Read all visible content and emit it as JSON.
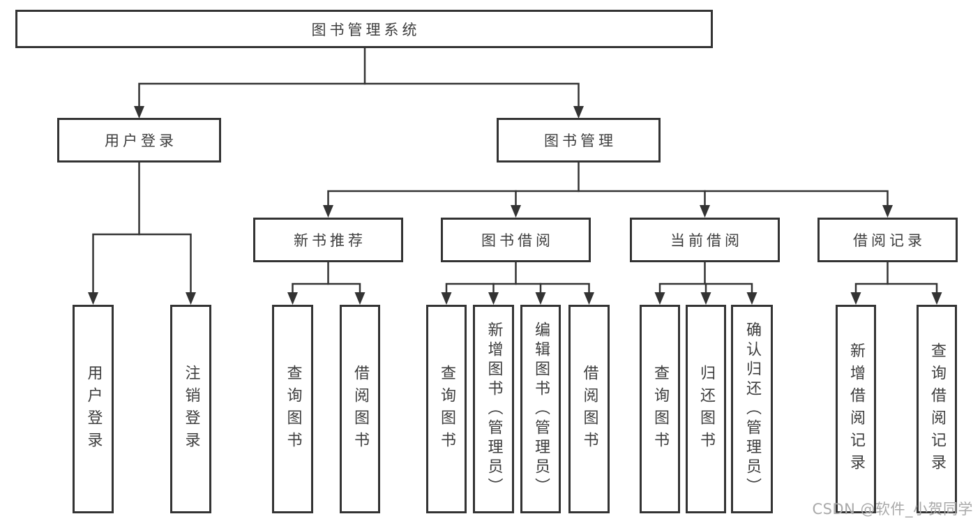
{
  "diagram": {
    "type": "tree",
    "root": {
      "label": "图书管理系统",
      "children": [
        {
          "label": "用户登录",
          "children": [
            {
              "label": "用户登录"
            },
            {
              "label": "注销登录"
            }
          ]
        },
        {
          "label": "图书管理",
          "children": [
            {
              "label": "新书推荐",
              "children": [
                {
                  "label": "查询图书"
                },
                {
                  "label": "借阅图书"
                }
              ]
            },
            {
              "label": "图书借阅",
              "children": [
                {
                  "label": "查询图书"
                },
                {
                  "label": "新增图书（管理员）"
                },
                {
                  "label": "编辑图书（管理员）"
                },
                {
                  "label": "借阅图书"
                }
              ]
            },
            {
              "label": "当前借阅",
              "children": [
                {
                  "label": "查询图书"
                },
                {
                  "label": "归还图书"
                },
                {
                  "label": "确认归还（管理员）"
                }
              ]
            },
            {
              "label": "借阅记录",
              "children": [
                {
                  "label": "新增借阅记录"
                },
                {
                  "label": "查询借阅记录"
                }
              ]
            }
          ]
        }
      ]
    }
  },
  "watermark": "CSDN @软件_小贺同学",
  "colors": {
    "line": "#333333",
    "box_border": "#333333",
    "box_fill": "#ffffff",
    "text": "#3d3d3d",
    "watermark": "#a9a9a9",
    "background": "#ffffff"
  }
}
